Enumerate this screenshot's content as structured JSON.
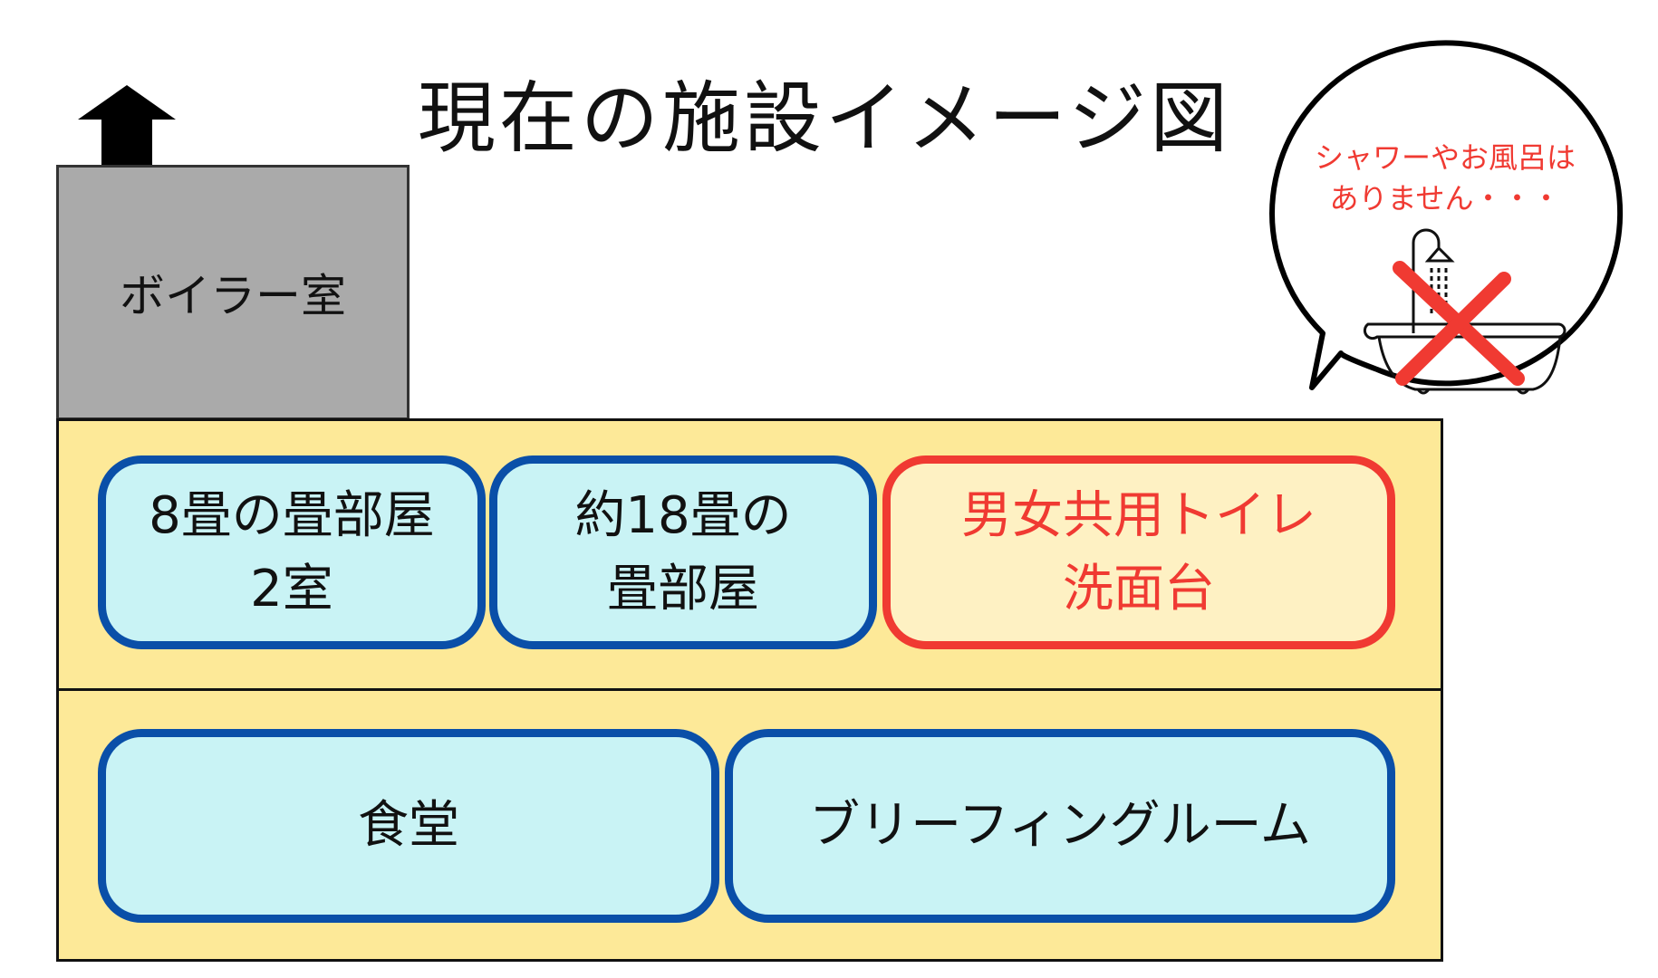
{
  "title": "現在の施設イメージ図",
  "boiler_room": "ボイラー室",
  "upper_floor": {
    "rooms": [
      {
        "line1": "8畳の畳部屋",
        "line2": "2室"
      },
      {
        "line1": "約18畳の",
        "line2": "畳部屋"
      },
      {
        "line1": "男女共用トイレ",
        "line2": "洗面台"
      }
    ]
  },
  "lower_floor": {
    "rooms": [
      {
        "label": "食堂"
      },
      {
        "label": "ブリーフィングルーム"
      }
    ]
  },
  "bubble": {
    "line1": "シャワーやお風呂は",
    "line2": "ありません・・・"
  },
  "colors": {
    "room_border": "#0a4fa8",
    "room_fill": "#c9f3f5",
    "toilet_border": "#f03a32",
    "toilet_fill": "#fef1c3",
    "floor_fill": "#fde998",
    "boiler_fill": "#aaaaaa",
    "cross": "#f03a32"
  }
}
